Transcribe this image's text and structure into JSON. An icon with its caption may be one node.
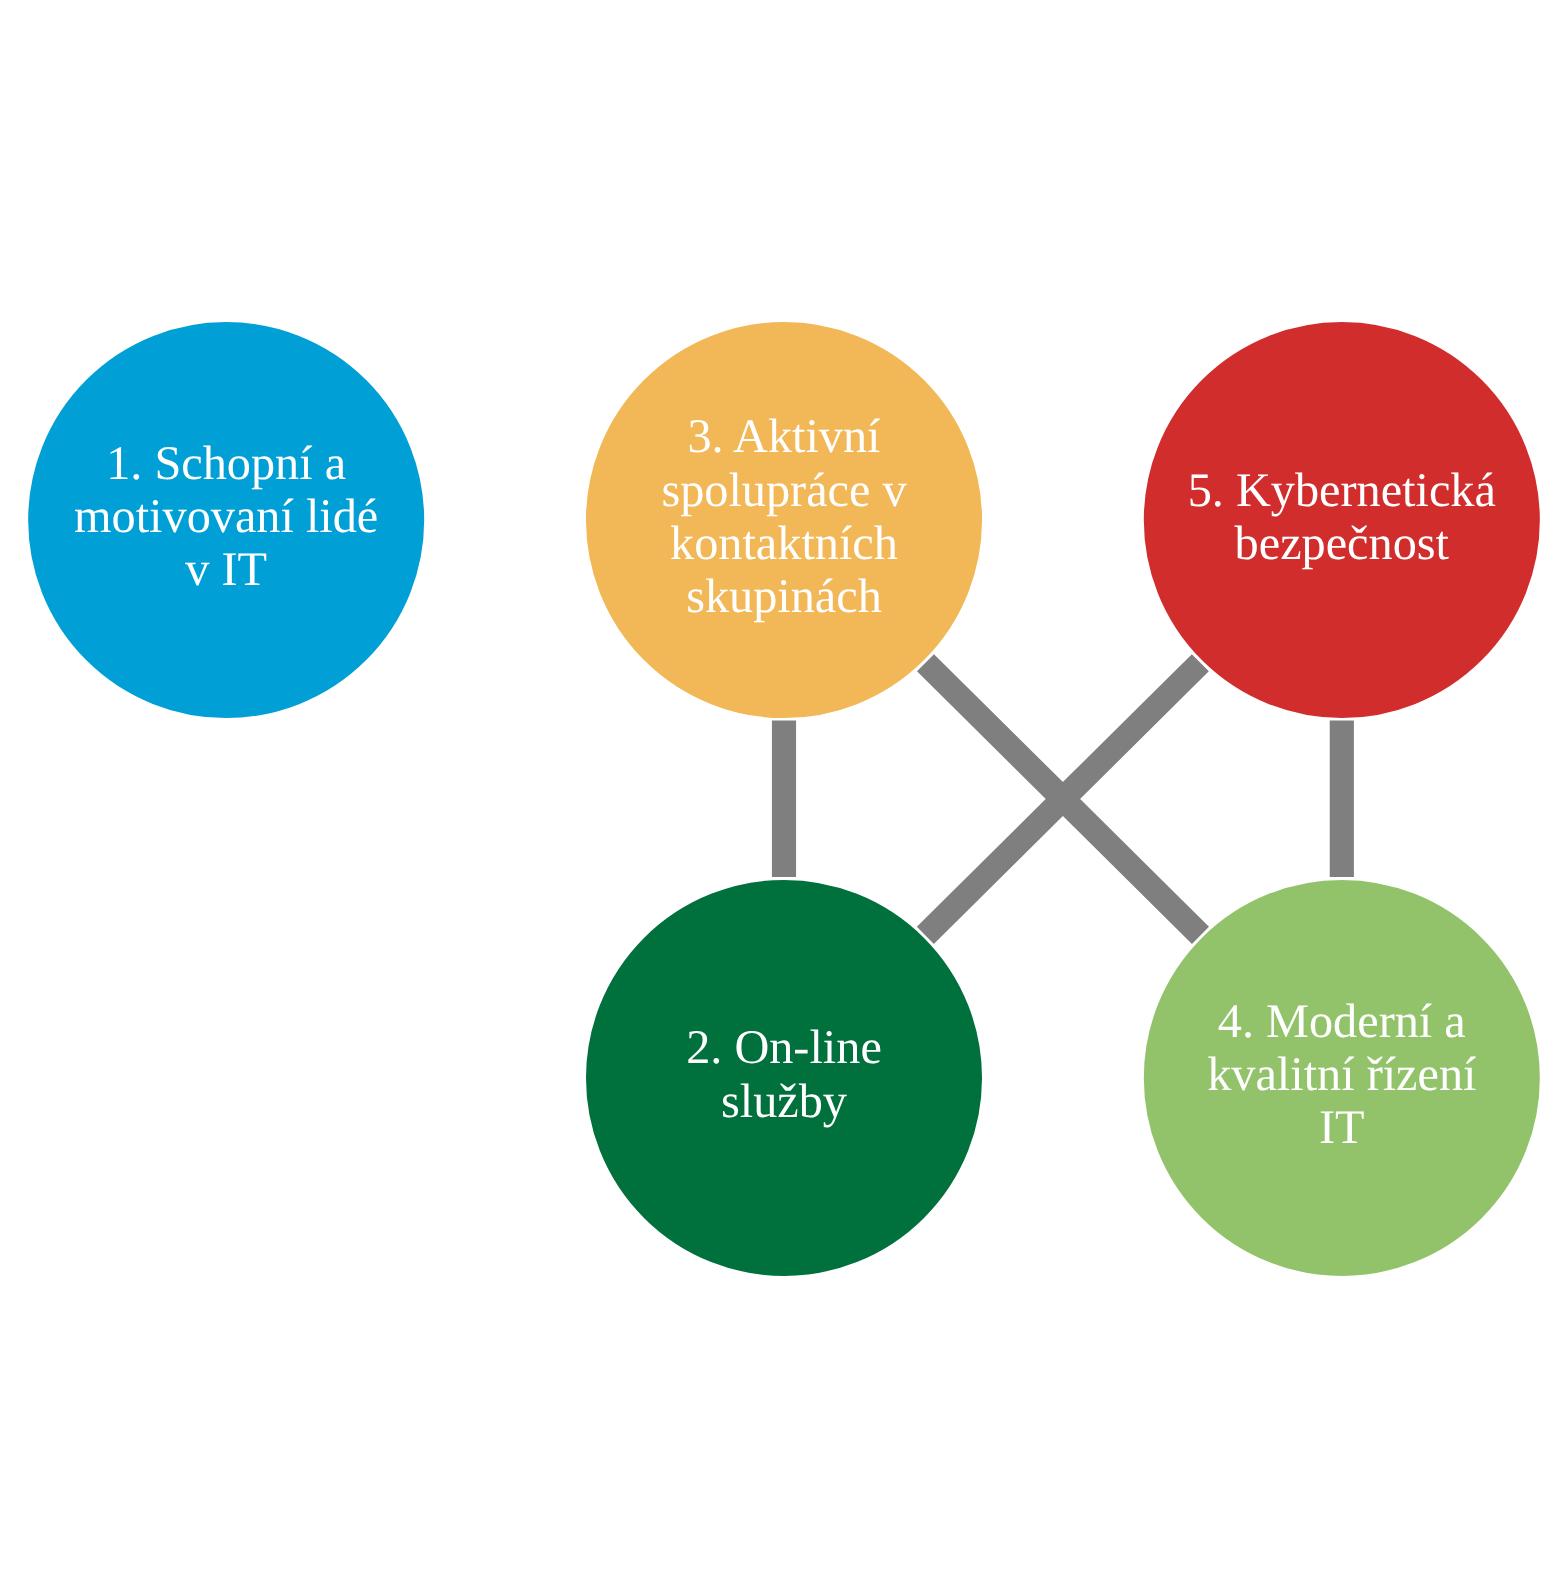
{
  "diagram": {
    "nodes": [
      {
        "text": [
          "1. Schopní a motivovaní lidé v IT"
        ]
      },
      {
        "text": [
          "2. On-line služby"
        ]
      },
      {
        "text": [
          "3. Aktivní spolupráce v kontaktních skupinách"
        ]
      },
      {
        "text": [
          "4. Moderní a kvalitní řízení IT"
        ]
      },
      {
        "text": [
          "5. Kybernetická bezpečnost"
        ]
      }
    ],
    "edges": [
      {
        "from": 1,
        "to": 2,
        "arrow": "none"
      },
      {
        "from": 2,
        "to": 3,
        "arrow": "none"
      },
      {
        "from": 3,
        "to": 4,
        "arrow": "none"
      },
      {
        "from": 4,
        "to": 1,
        "arrow": "none"
      }
    ]
  }
}
